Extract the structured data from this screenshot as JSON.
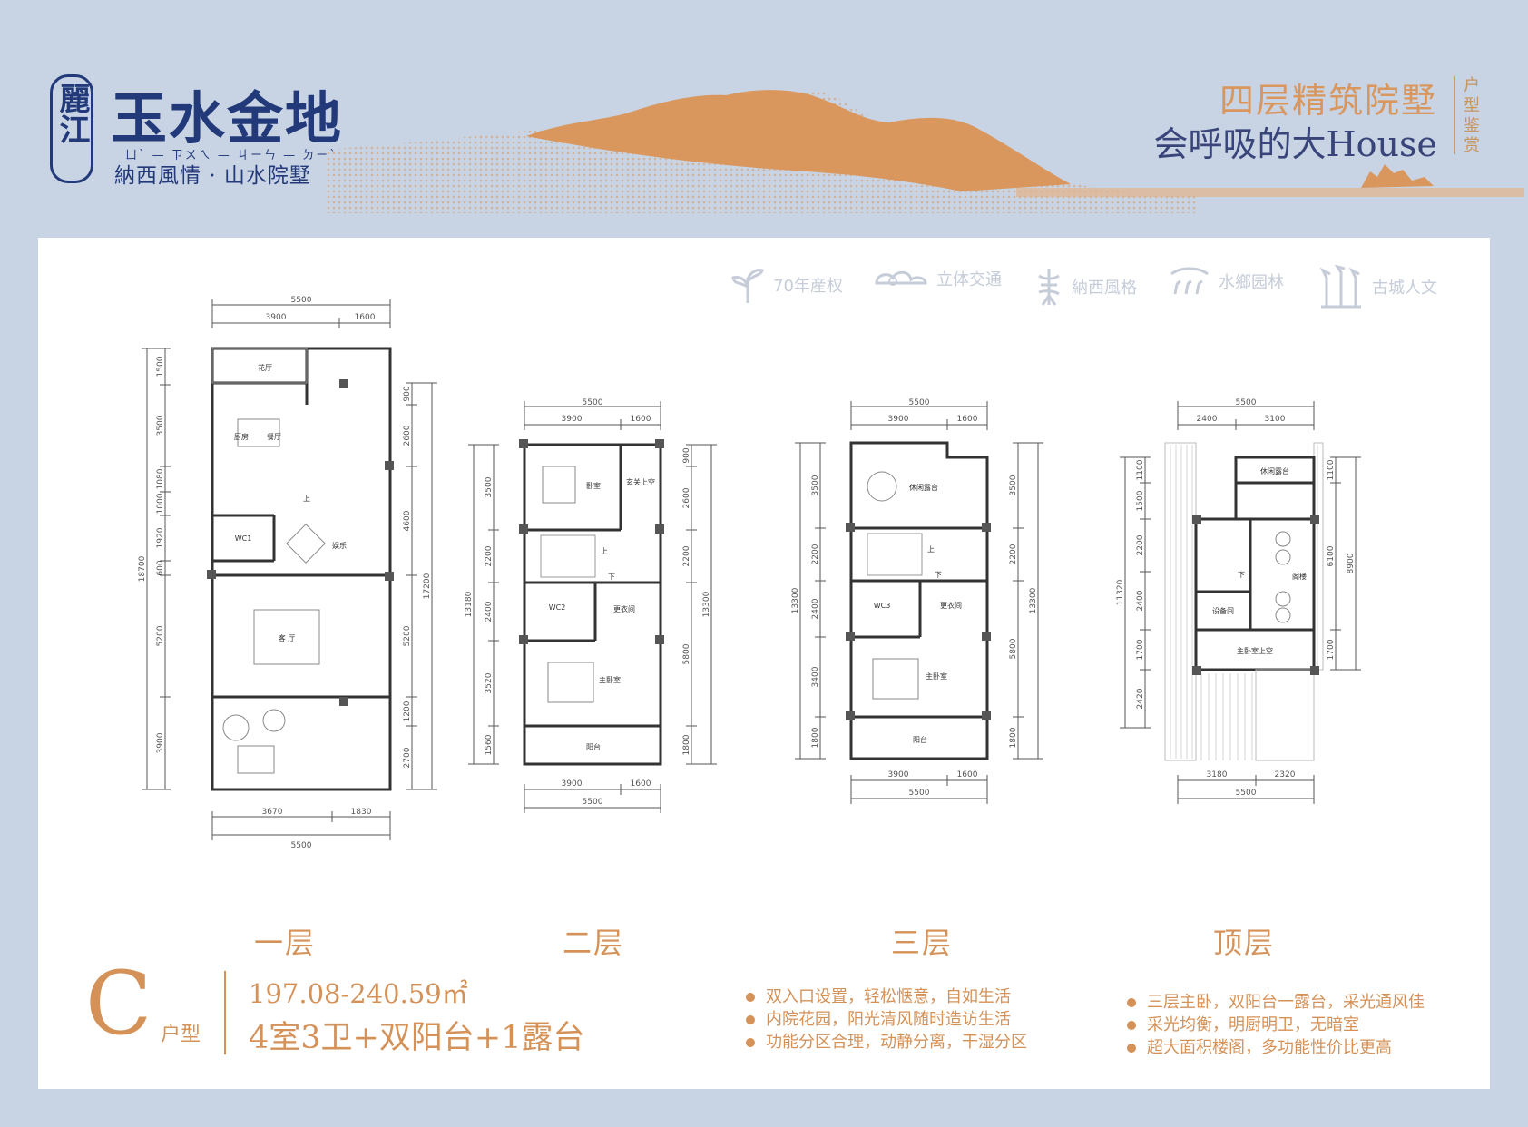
{
  "logo": {
    "seal": "麗江",
    "title": "玉水金地",
    "naxi_script": "ㄩˋ — ㄗㄨㄟ — ㄐㄧㄣ — ㄉㄧˋ",
    "subtitle": "納西風情 · 山水院墅"
  },
  "tagline": {
    "line1": "四层精筑院墅",
    "line2": "会呼吸的大House",
    "vertical": "户型鉴赏"
  },
  "features": [
    {
      "icon": "sprout-icon",
      "label": "70年産权"
    },
    {
      "icon": "cloud-icon",
      "label": "立体交通"
    },
    {
      "icon": "naxi-figure-icon",
      "label": "納西風格"
    },
    {
      "icon": "water-icon",
      "label": "水鄉园林"
    },
    {
      "icon": "pagoda-icon",
      "label": "古城人文"
    }
  ],
  "plans": {
    "floor1": {
      "top_dims": [
        "5500",
        "3900",
        "1600"
      ],
      "bottom_dims": [
        "3670",
        "1830",
        "5500"
      ],
      "left_dims": [
        "1500",
        "3500",
        "1080",
        "1000",
        "1920",
        "600",
        "5200",
        "3900"
      ],
      "left_total": "18700",
      "right_dims": [
        "900",
        "2600",
        "4600",
        "5200",
        "1200",
        "2700"
      ],
      "right_total": "17200",
      "rooms": {
        "garden_hall": "花厅",
        "kitchen": "厨房",
        "dining": "餐厅",
        "up": "上",
        "wc": "WC1",
        "leisure": "娱乐",
        "living": "客 厅"
      }
    },
    "floor2": {
      "top_dims": [
        "5500",
        "3900",
        "1600"
      ],
      "bottom_dims": [
        "3900",
        "1600",
        "5500"
      ],
      "left_dims": [
        "3500",
        "2200",
        "2400",
        "3520",
        "1560"
      ],
      "left_total": "13180",
      "right_dims": [
        "900",
        "2600",
        "2200",
        "5800",
        "1800"
      ],
      "right_total": "13300",
      "rooms": {
        "bedroom": "卧室",
        "void": "玄关上空",
        "up": "上",
        "down": "下",
        "wc": "WC2",
        "closet": "更衣间",
        "master": "主卧室",
        "balcony": "阳台"
      }
    },
    "floor3": {
      "top_dims": [
        "5500",
        "3900",
        "1600"
      ],
      "bottom_dims": [
        "3900",
        "1600",
        "5500"
      ],
      "left_dims": [
        "3500",
        "2200",
        "2400",
        "3400",
        "1800"
      ],
      "left_total": "13300",
      "right_dims": [
        "3500",
        "2200",
        "5800",
        "1800"
      ],
      "right_total": "13300",
      "rooms": {
        "terrace": "休闲露台",
        "up": "上",
        "down": "下",
        "wc": "WC3",
        "closet": "更衣间",
        "master": "主卧室",
        "balcony": "阳台"
      }
    },
    "roof": {
      "top_dims": [
        "5500",
        "2400",
        "3100"
      ],
      "bottom_dims": [
        "3180",
        "2320",
        "5500"
      ],
      "left_dims": [
        "1100",
        "1500",
        "2200",
        "2400",
        "1700",
        "2420"
      ],
      "left_total": "11320",
      "right_dims": [
        "1100",
        "6100",
        "1700"
      ],
      "right_total": "8900",
      "rooms": {
        "terrace": "休闲露台",
        "down": "下",
        "loft": "阁楼",
        "equipment": "设备间",
        "master_void": "主卧室上空"
      }
    }
  },
  "floor_labels": [
    "一层",
    "二层",
    "三层",
    "顶层"
  ],
  "unit": {
    "letter": "C",
    "type": "户型",
    "area": "197.08-240.59㎡",
    "layout": "4室3卫+双阳台+1露台"
  },
  "bullets_left": [
    "双入口设置，轻松惬意，自如生活",
    "内院花园，阳光清风随时造访生活",
    "功能分区合理，动静分离，干湿分区"
  ],
  "bullets_right": [
    "三层主卧，双阳台一露台，采光通风佳",
    "采光均衡，明厨明卫，无暗室",
    "超大面积楼阁，多功能性价比更高"
  ],
  "colors": {
    "navy": "#233a7a",
    "orange": "#d49259",
    "bg": "#c8d3e3",
    "feature_gray": "#c6ccd8"
  }
}
